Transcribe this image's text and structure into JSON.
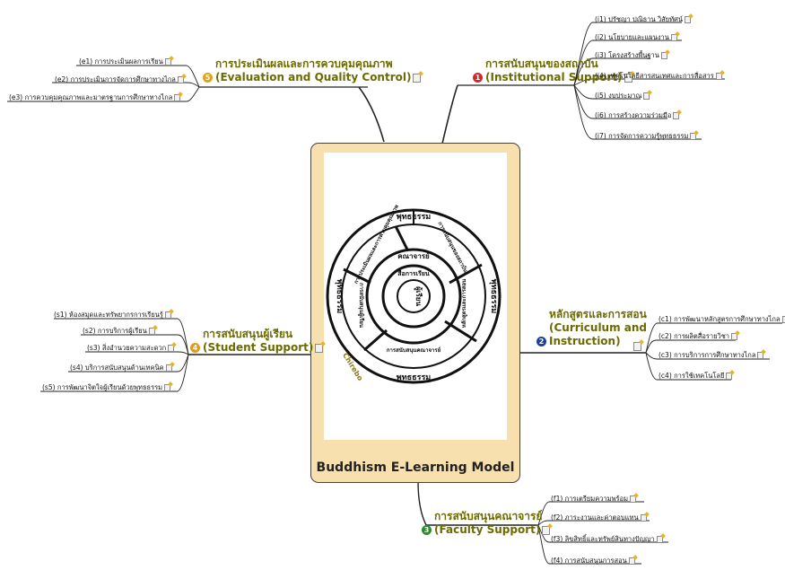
{
  "model_title": "Buddhism E-Learning Model",
  "wheel": {
    "outer_top": "พุทธธรรม",
    "outer_bottom": "พุทธธรรม",
    "outer_left": "พุทธธรรม",
    "outer_right": "พุทธธรรม",
    "ring2_teacher": "คณาจารย์",
    "ring3_learning": "สื่อการเรียน",
    "core_learner": "ผู้เรียน",
    "seg_top_left": "การประเมินผลและการควบคุมคุณภาพ",
    "seg_top_right": "การสนับสนุนของสถาบัน",
    "seg_right": "หลักสูตรและการสอน",
    "seg_bottom": "การสนับสนุนคณาจารย์",
    "seg_left": "การสนับสนุนผู้เรียน",
    "ring_label": "Chirebo"
  },
  "branches": {
    "institutional": {
      "num": "1",
      "color": "#d62828",
      "title_th": "การสนับสนุนของสถาบัน",
      "title_en": "(Institutional Support)",
      "items": [
        "(i1) ปรัชญา ปณิธาน วิสัยทัศน์",
        "(i2) นโยบายและแผนงาน",
        "(i3) โครงสร้างพื้นฐาน",
        "(i4) เทคโนโลยีสารสนเทศและการสื่อสาร",
        "(i5) งบประมาณ",
        "(i6) การสร้างความร่วมมือ",
        "(i7) การจัดการความรู้พุทธธรรม"
      ]
    },
    "curriculum": {
      "num": "2",
      "color": "#1f3f9e",
      "title_th": "หลักสูตรและการสอน",
      "title_en": "(Curriculum and",
      "title_en2": "Instruction)",
      "items": [
        "(c1) การพัฒนาหลักสูตรการศึกษาทางไกล",
        "(c2) การผลิตสื่อรายวิชา",
        "(c3) การบริการการศึกษาทางไกล",
        "(c4) การใช้เทคโนโลยี"
      ]
    },
    "faculty": {
      "num": "3",
      "color": "#2e8b2e",
      "title_th": "การสนับสนุนคณาจารย์",
      "title_en": "(Faculty Support)",
      "items": [
        "(f1) การเตรียมความพร้อม",
        "(f2) ภาระงานและค่าตอบแทน",
        "(f3) ลิขสิทธิ์และทรัพย์สินทางปัญญา",
        "(f4) การสนับสนุนการสอน"
      ]
    },
    "student": {
      "num": "4",
      "color": "#e39b16",
      "title_th": "การสนับสนุนผู้เรียน",
      "title_en": "(Student Support)",
      "items": [
        "(s1) ห้องสมุดและทรัพยากรการเรียนรู้",
        "(s2) การบริการผู้เรียน",
        "(s3) สิ่งอำนวยความสะดวก",
        "(s4) บริการสนับสนุนด้านเทคนิค",
        "(s5) การพัฒนาจิตใจผู้เรียนด้วยพุทธธรรม"
      ]
    },
    "evaluation": {
      "num": "5",
      "color": "#e0a21a",
      "title_th": "การประเมินผลและการควบคุมคุณภาพ",
      "title_en": "(Evaluation and Quality Control)",
      "items": [
        "(e1) การประเมินผลการเรียน",
        "(e2) การประเมินการจัดการศึกษาทางไกล",
        "(e3) การควบคุมคุณภาพและมาตรฐานการศึกษาทางไกล"
      ]
    }
  }
}
